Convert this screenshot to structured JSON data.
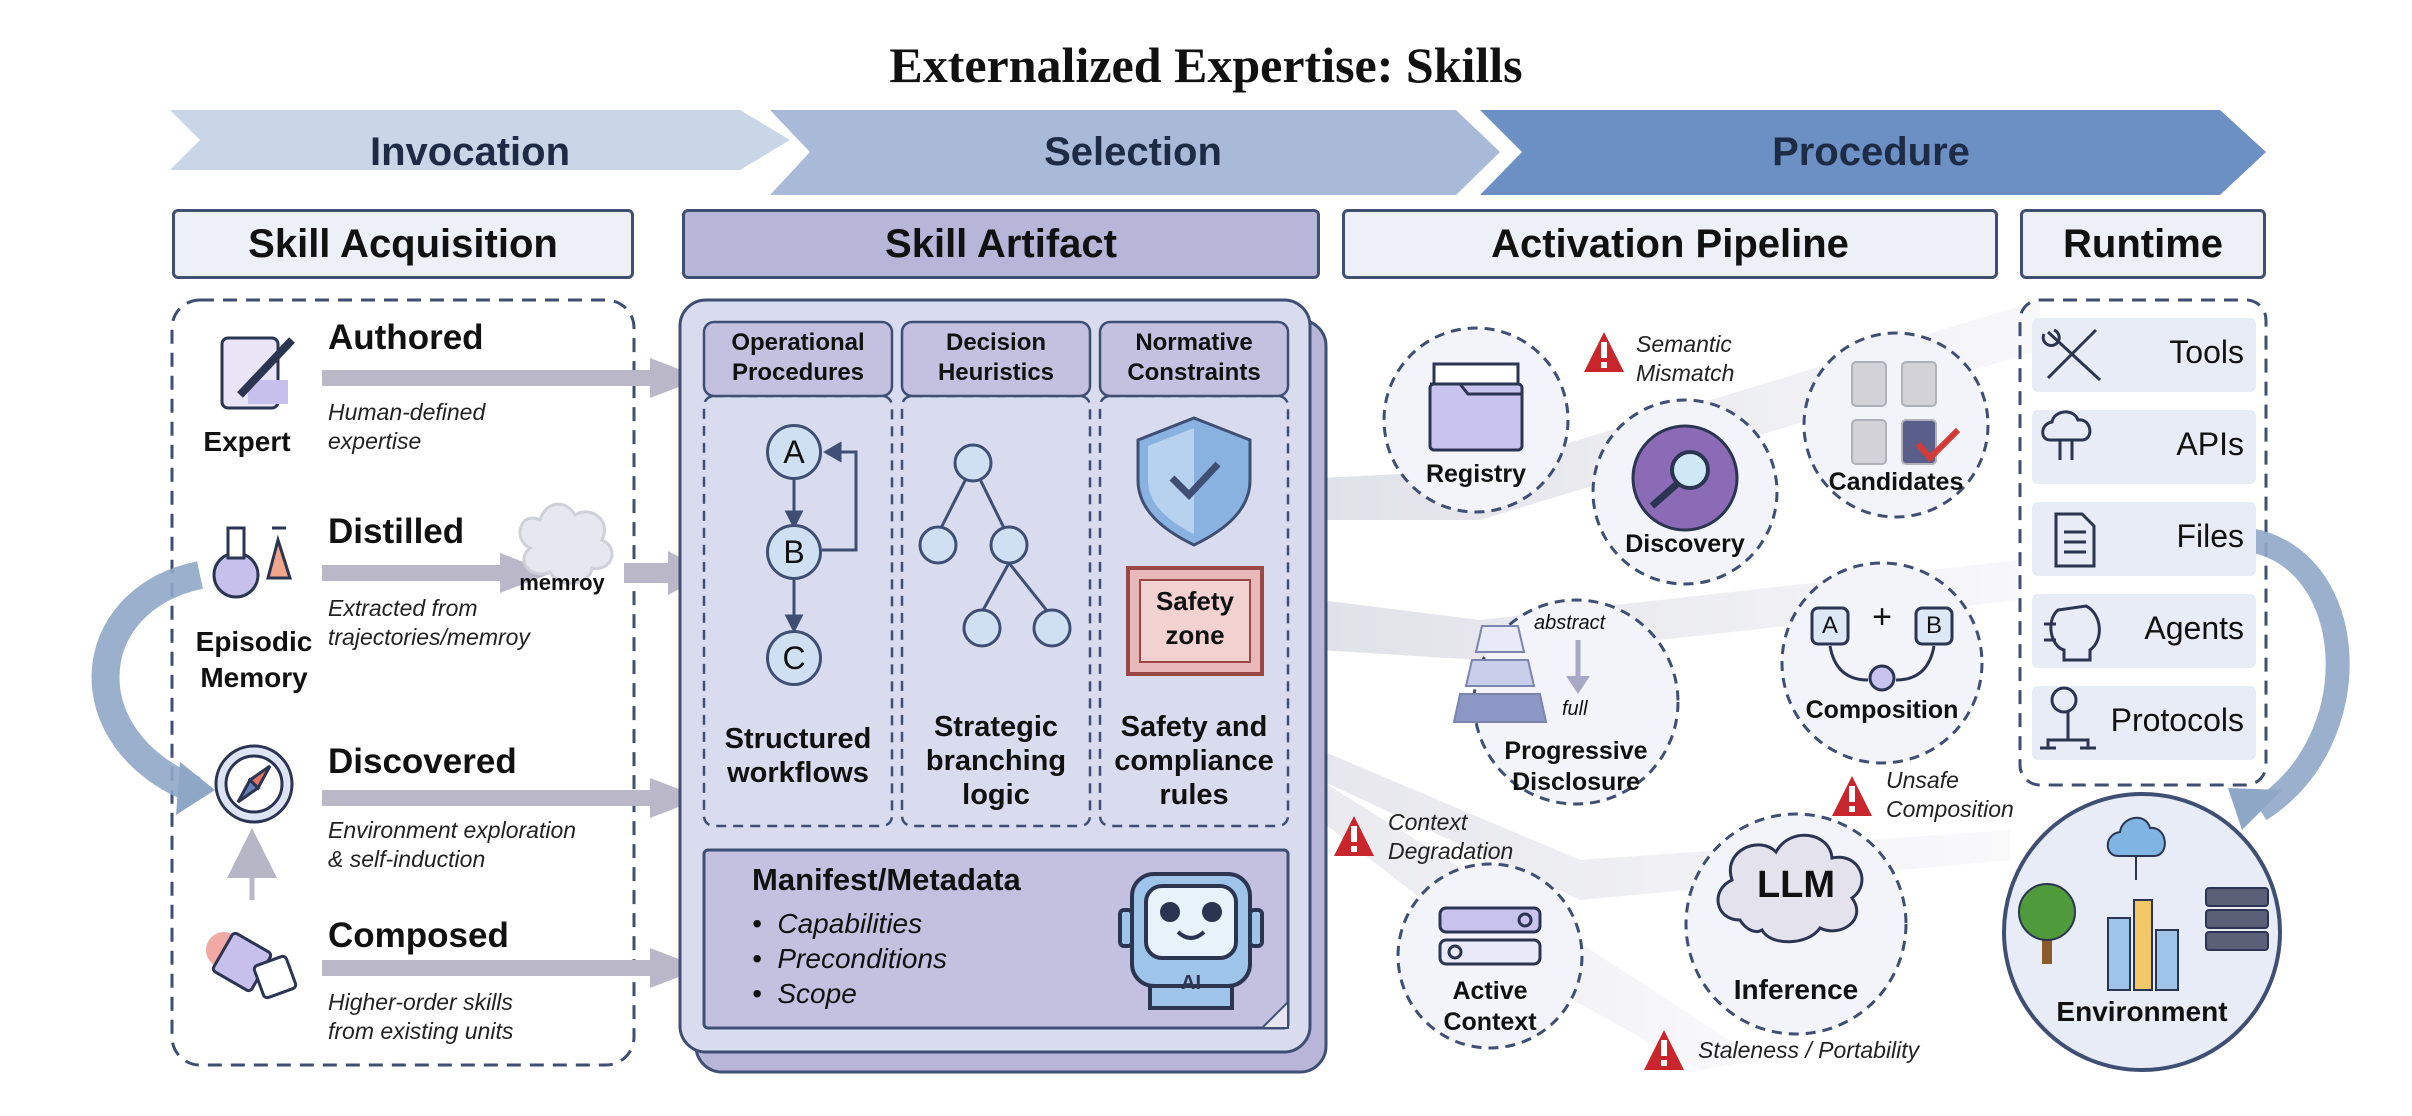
{
  "title": "Externalized Expertise: Skills",
  "phases": [
    "Invocation",
    "Selection",
    "Procedure"
  ],
  "columns": {
    "acquisition": "Skill Acquisition",
    "artifact": "Skill Artifact",
    "pipeline": "Activation Pipeline",
    "runtime": "Runtime"
  },
  "acquisition": {
    "expert_label": "Expert",
    "episodic_label": "Episodic\nMemory",
    "memory_cloud_label": "memroy",
    "items": [
      {
        "name": "Authored",
        "desc": "Human-defined\nexpertise"
      },
      {
        "name": "Distilled",
        "desc": "Extracted from\ntrajectories/memroy"
      },
      {
        "name": "Discovered",
        "desc": "Environment exploration\n& self-induction"
      },
      {
        "name": "Composed",
        "desc": "Higher-order skills\nfrom existing units"
      }
    ]
  },
  "artifact": {
    "sections": [
      {
        "head": "Operational\nProcedures",
        "foot": "Structured\nworkflows"
      },
      {
        "head": "Decision\nHeuristics",
        "foot": "Strategic\nbranching\nlogic"
      },
      {
        "head": "Normative\nConstraints",
        "foot": "Safety and\ncompliance\nrules"
      }
    ],
    "workflow_nodes": [
      "A",
      "B",
      "C"
    ],
    "safety_zone": "Safety\nzone",
    "manifest_title": "Manifest/Metadata",
    "manifest_items": [
      "Capabilities",
      "Preconditions",
      "Scope"
    ],
    "robot_badge": "AI"
  },
  "pipeline": {
    "registry": "Registry",
    "discovery": "Discovery",
    "candidates": "Candidates",
    "progressive": "Progressive\nDisclosure",
    "abstract": "abstract",
    "full": "full",
    "composition": "Composition",
    "comp_a": "A",
    "comp_plus": "+",
    "comp_b": "B",
    "active_context": "Active\nContext",
    "llm": "LLM",
    "inference": "Inference",
    "warnings": {
      "semantic": "Semantic\nMismatch",
      "unsafe": "Unsafe\nComposition",
      "context": "Context\nDegradation",
      "staleness": "Staleness / Portability"
    }
  },
  "runtime": {
    "items": [
      "Tools",
      "APIs",
      "Files",
      "Agents",
      "Protocols"
    ],
    "environment": "Environment"
  },
  "colors": {
    "phase1": "#c9d6e8",
    "phase2": "#a4b6d6",
    "phase3": "#6c8fc4",
    "artifact_fill": "#d9dcee",
    "artifact_header": "#b8b6d8",
    "warning": "#c9252d"
  },
  "icons": [
    "pencil-icon",
    "flask-icon",
    "compass-icon",
    "puzzle-icon",
    "brain-icon",
    "shield-check-icon",
    "folder-icon",
    "magnifier-icon",
    "documents-check-icon",
    "pyramid-icon",
    "gear-icon",
    "search-bar-icon",
    "cloud-icon",
    "warning-icon",
    "wrench-icon",
    "cloud-network-icon",
    "file-icon",
    "robot-head-icon",
    "gear-network-icon",
    "robot-icon",
    "tree-icon",
    "server-icon",
    "city-icon"
  ]
}
